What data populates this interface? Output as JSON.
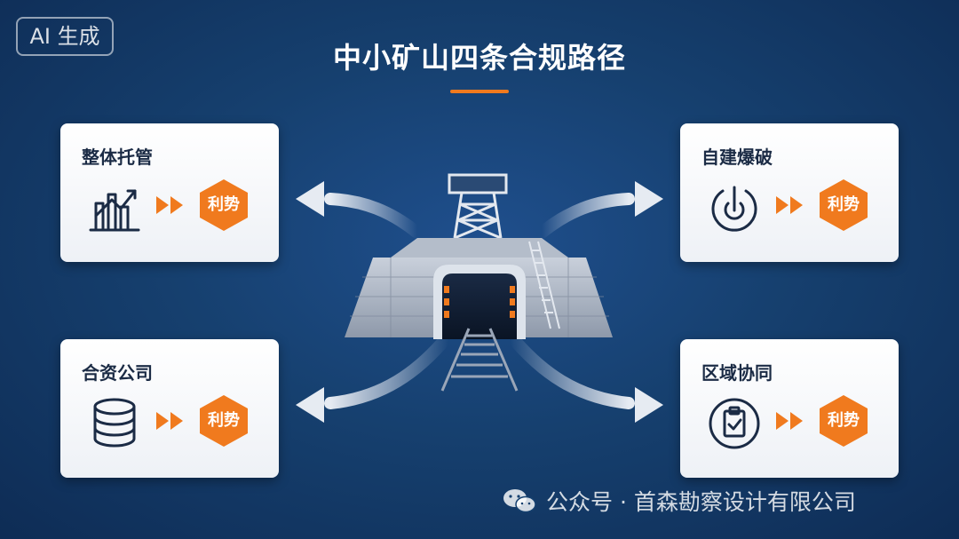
{
  "badge": "AI 生成",
  "title": "中小矿山四条合规路径",
  "cards": [
    {
      "title": "整体托管",
      "badge": "利势",
      "icon": "chart-icon"
    },
    {
      "title": "自建爆破",
      "badge": "利势",
      "icon": "power-icon"
    },
    {
      "title": "合资公司",
      "badge": "利势",
      "icon": "coin-stack-icon"
    },
    {
      "title": "区域协同",
      "badge": "利势",
      "icon": "clipboard-check-icon"
    }
  ],
  "watermark": "公众号 · 首森勘察设计有限公司",
  "colors": {
    "accent": "#f07a1e",
    "navy": "#1b2b45",
    "card": "#f4f6fa"
  }
}
